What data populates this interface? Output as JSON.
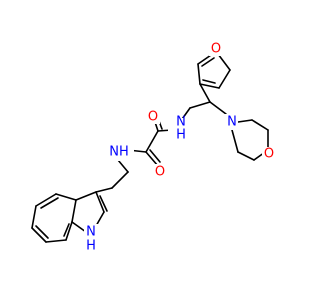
{
  "colors": {
    "carbon": "#000000",
    "oxygen": "#ff0000",
    "nitrogen": "#0000ff",
    "background": "#ffffff"
  },
  "atoms": {
    "furan_o": "O",
    "morph_n": "N",
    "morph_o": "O",
    "amide_nh_right": "NH",
    "carbonyl_o_top": "O",
    "carbonyl_o_bottom": "O",
    "amide_nh_left": "NH",
    "indole_nh": "NH",
    "indole_h": "H"
  }
}
